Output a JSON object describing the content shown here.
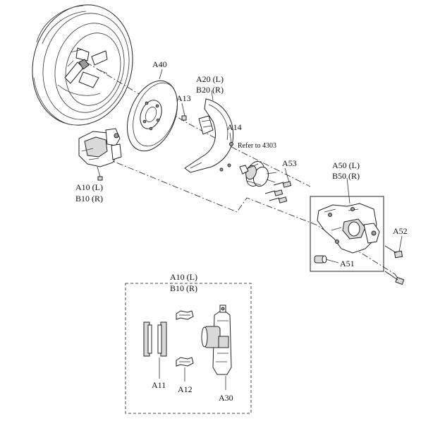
{
  "labels": {
    "a40": "A40",
    "a13": "A13",
    "a20": "A20 (L)",
    "b20": "B20 (R)",
    "a14": "A14",
    "refer": "Refer to 4303",
    "a53": "A53",
    "a10": "A10 (L)",
    "b10": "B10 (R)",
    "a50": "A50 (L)",
    "b50": "B50 (R)",
    "a52": "A52",
    "a51": "A51",
    "inset_a10": "A10 (L)",
    "inset_b10": "B10 (R)",
    "a11": "A11",
    "a12": "A12",
    "a30": "A30"
  }
}
